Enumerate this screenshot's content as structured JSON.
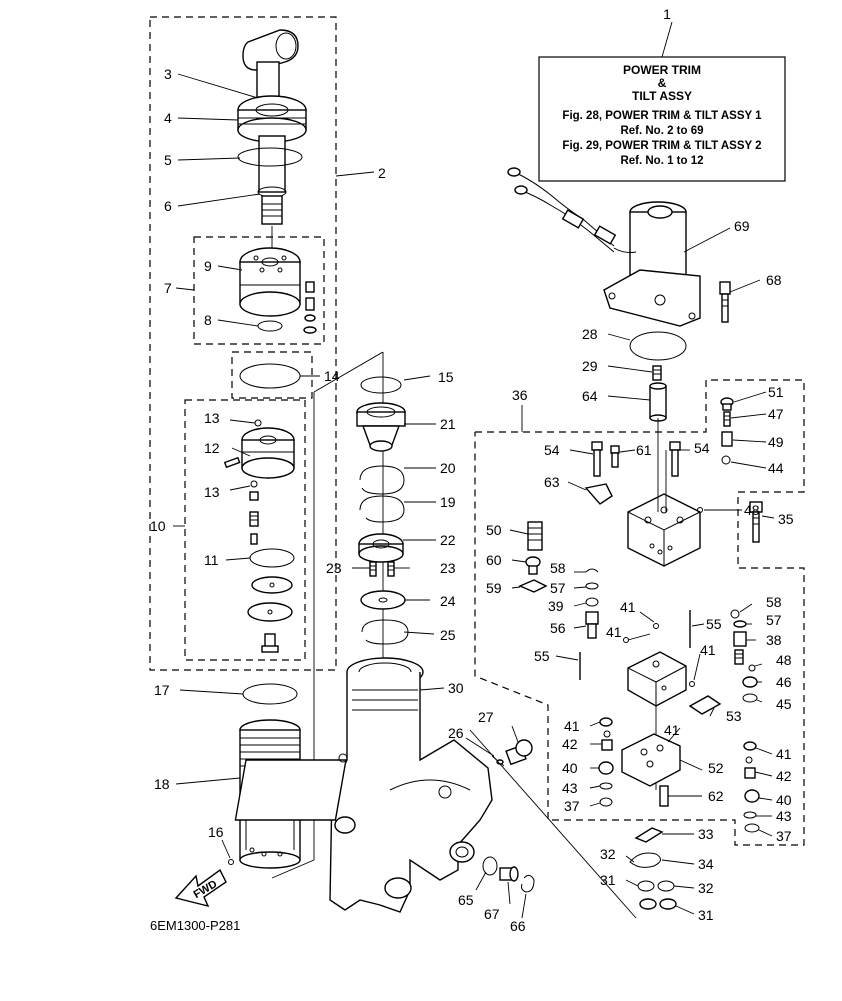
{
  "reference_box": {
    "ref": "1",
    "title_line1": "POWER TRIM",
    "title_line2": "&",
    "title_line3": "TILT ASSY",
    "line4": "Fig. 28, POWER TRIM & TILT ASSY 1",
    "line5": "Ref. No. 2 to 69",
    "line6": "Fig. 29, POWER TRIM & TILT ASSY 2",
    "line7": "Ref. No. 1 to 12"
  },
  "fwd_label": "FWD",
  "diagram_code": "6EM1300-P281",
  "callouts": {
    "c2": "2",
    "c3": "3",
    "c4": "4",
    "c5": "5",
    "c6": "6",
    "c7": "7",
    "c8": "8",
    "c9": "9",
    "c10": "10",
    "c11": "11",
    "c12": "12",
    "c13a": "13",
    "c13b": "13",
    "c14": "14",
    "c15": "15",
    "c16": "16",
    "c17": "17",
    "c18": "18",
    "c19": "19",
    "c20": "20",
    "c21": "21",
    "c22": "22",
    "c23a": "23",
    "c23b": "23",
    "c24": "24",
    "c25": "25",
    "c26": "26",
    "c27": "27",
    "c28": "28",
    "c29": "29",
    "c30": "30",
    "c31a": "31",
    "c31b": "31",
    "c32a": "32",
    "c32b": "32",
    "c33": "33",
    "c34": "34",
    "c35": "35",
    "c36": "36",
    "c37a": "37",
    "c37b": "37",
    "c38": "38",
    "c39": "39",
    "c40a": "40",
    "c40b": "40",
    "c41a": "41",
    "c41b": "41",
    "c41c": "41",
    "c41d": "41",
    "c41e": "41",
    "c41f": "41",
    "c42a": "42",
    "c42b": "42",
    "c43a": "43",
    "c43b": "43",
    "c44": "44",
    "c45": "45",
    "c46": "46",
    "c47": "47",
    "c48a": "48",
    "c48b": "48",
    "c49": "49",
    "c50": "50",
    "c51": "51",
    "c52": "52",
    "c53": "53",
    "c54a": "54",
    "c54b": "54",
    "c55a": "55",
    "c55b": "55",
    "c56": "56",
    "c57a": "57",
    "c57b": "57",
    "c58a": "58",
    "c58b": "58",
    "c59": "59",
    "c60": "60",
    "c61": "61",
    "c62": "62",
    "c63": "63",
    "c64": "64",
    "c65": "65",
    "c66": "66",
    "c67": "67",
    "c68": "68",
    "c69": "69"
  }
}
